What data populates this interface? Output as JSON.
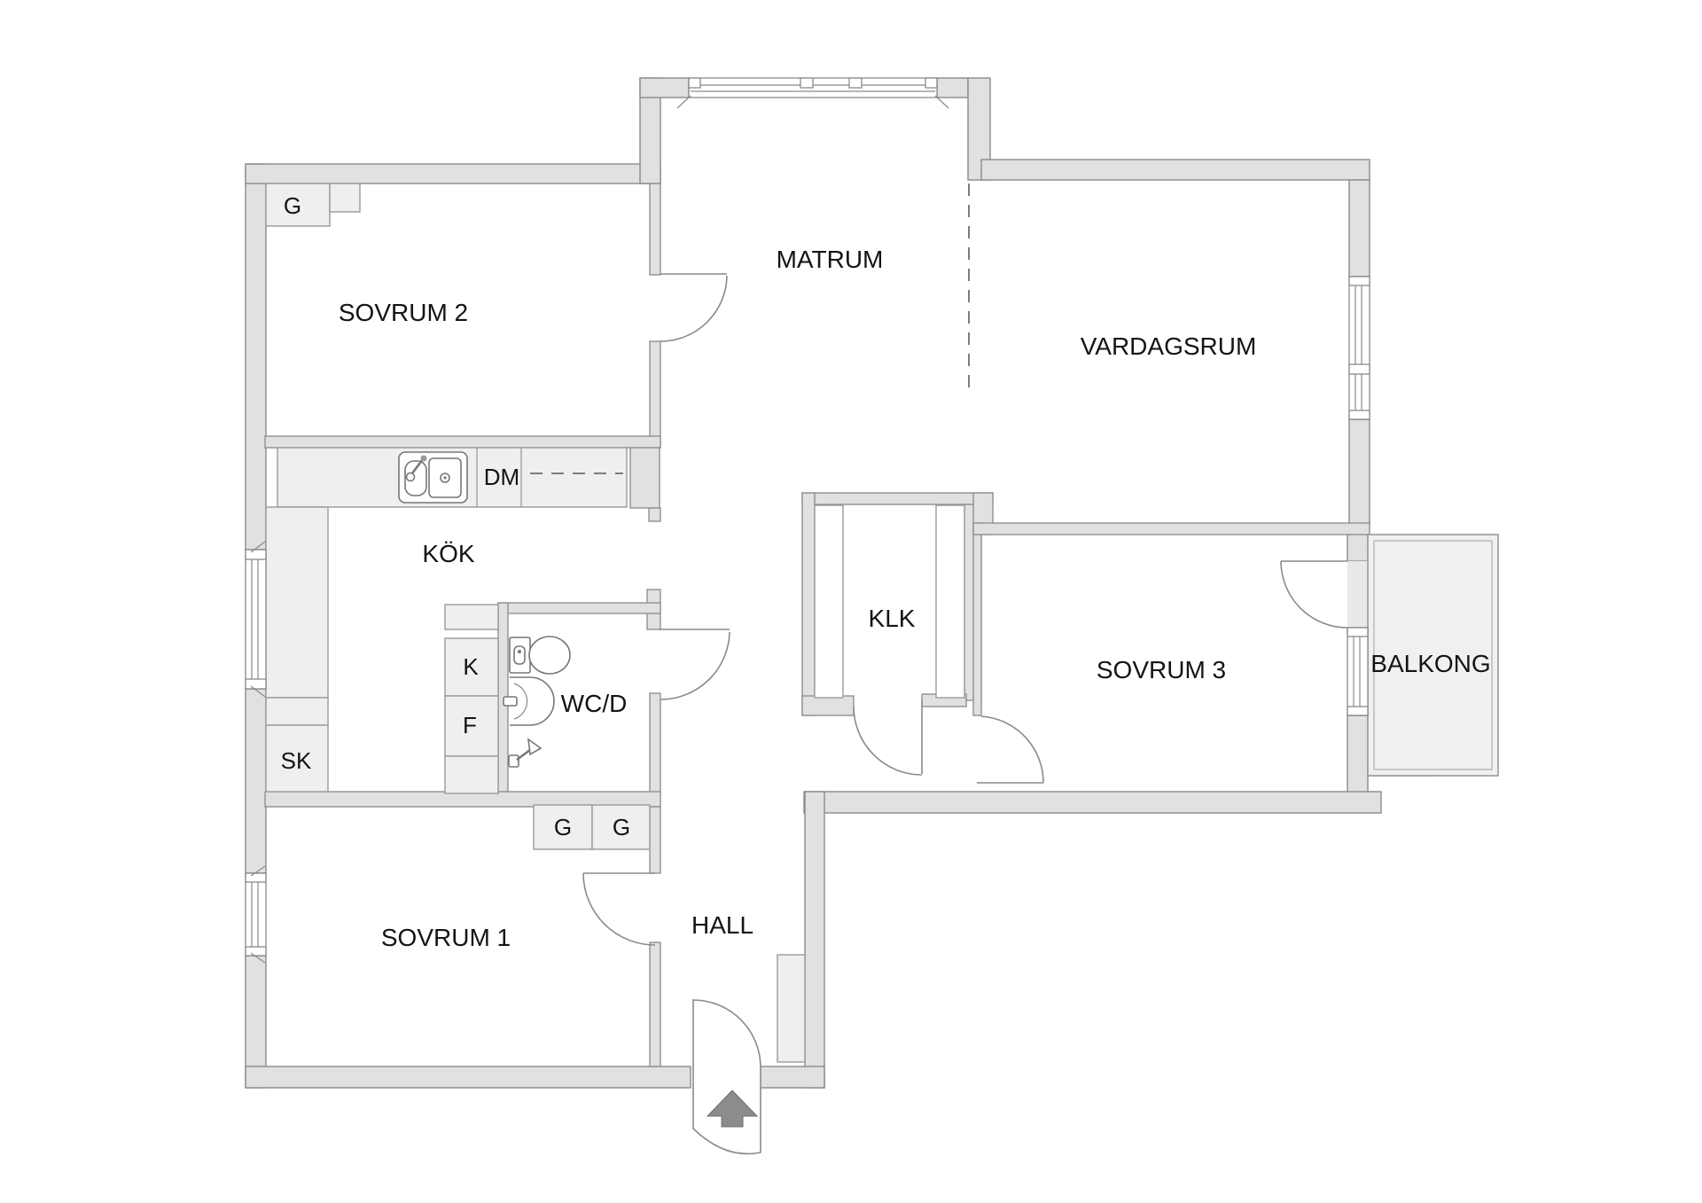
{
  "plan": {
    "type": "apartment-floor-plan",
    "rooms": [
      {
        "id": "sovrum2",
        "label": "SOVRUM 2"
      },
      {
        "id": "matrum",
        "label": "MATRUM"
      },
      {
        "id": "vardagsrum",
        "label": "VARDAGSRUM"
      },
      {
        "id": "kok",
        "label": "KÖK"
      },
      {
        "id": "wcd",
        "label": "WC/D"
      },
      {
        "id": "klk",
        "label": "KLK"
      },
      {
        "id": "sovrum3",
        "label": "SOVRUM 3"
      },
      {
        "id": "balkong",
        "label": "BALKONG"
      },
      {
        "id": "sovrum1",
        "label": "SOVRUM 1"
      },
      {
        "id": "hall",
        "label": "HALL"
      }
    ],
    "fixtures": {
      "wardrobe_sovrum2": "G",
      "dishwasher": "DM",
      "fridge": "K",
      "freezer": "F",
      "cleaning_closet": "SK",
      "wardrobe_hall_1": "G",
      "wardrobe_hall_2": "G"
    },
    "colors": {
      "wall_fill": "#e1e1e1",
      "wall_stroke": "#8a8a8a",
      "fixture_fill": "#efefef",
      "entrance_arrow": "#8c8c8c"
    }
  }
}
